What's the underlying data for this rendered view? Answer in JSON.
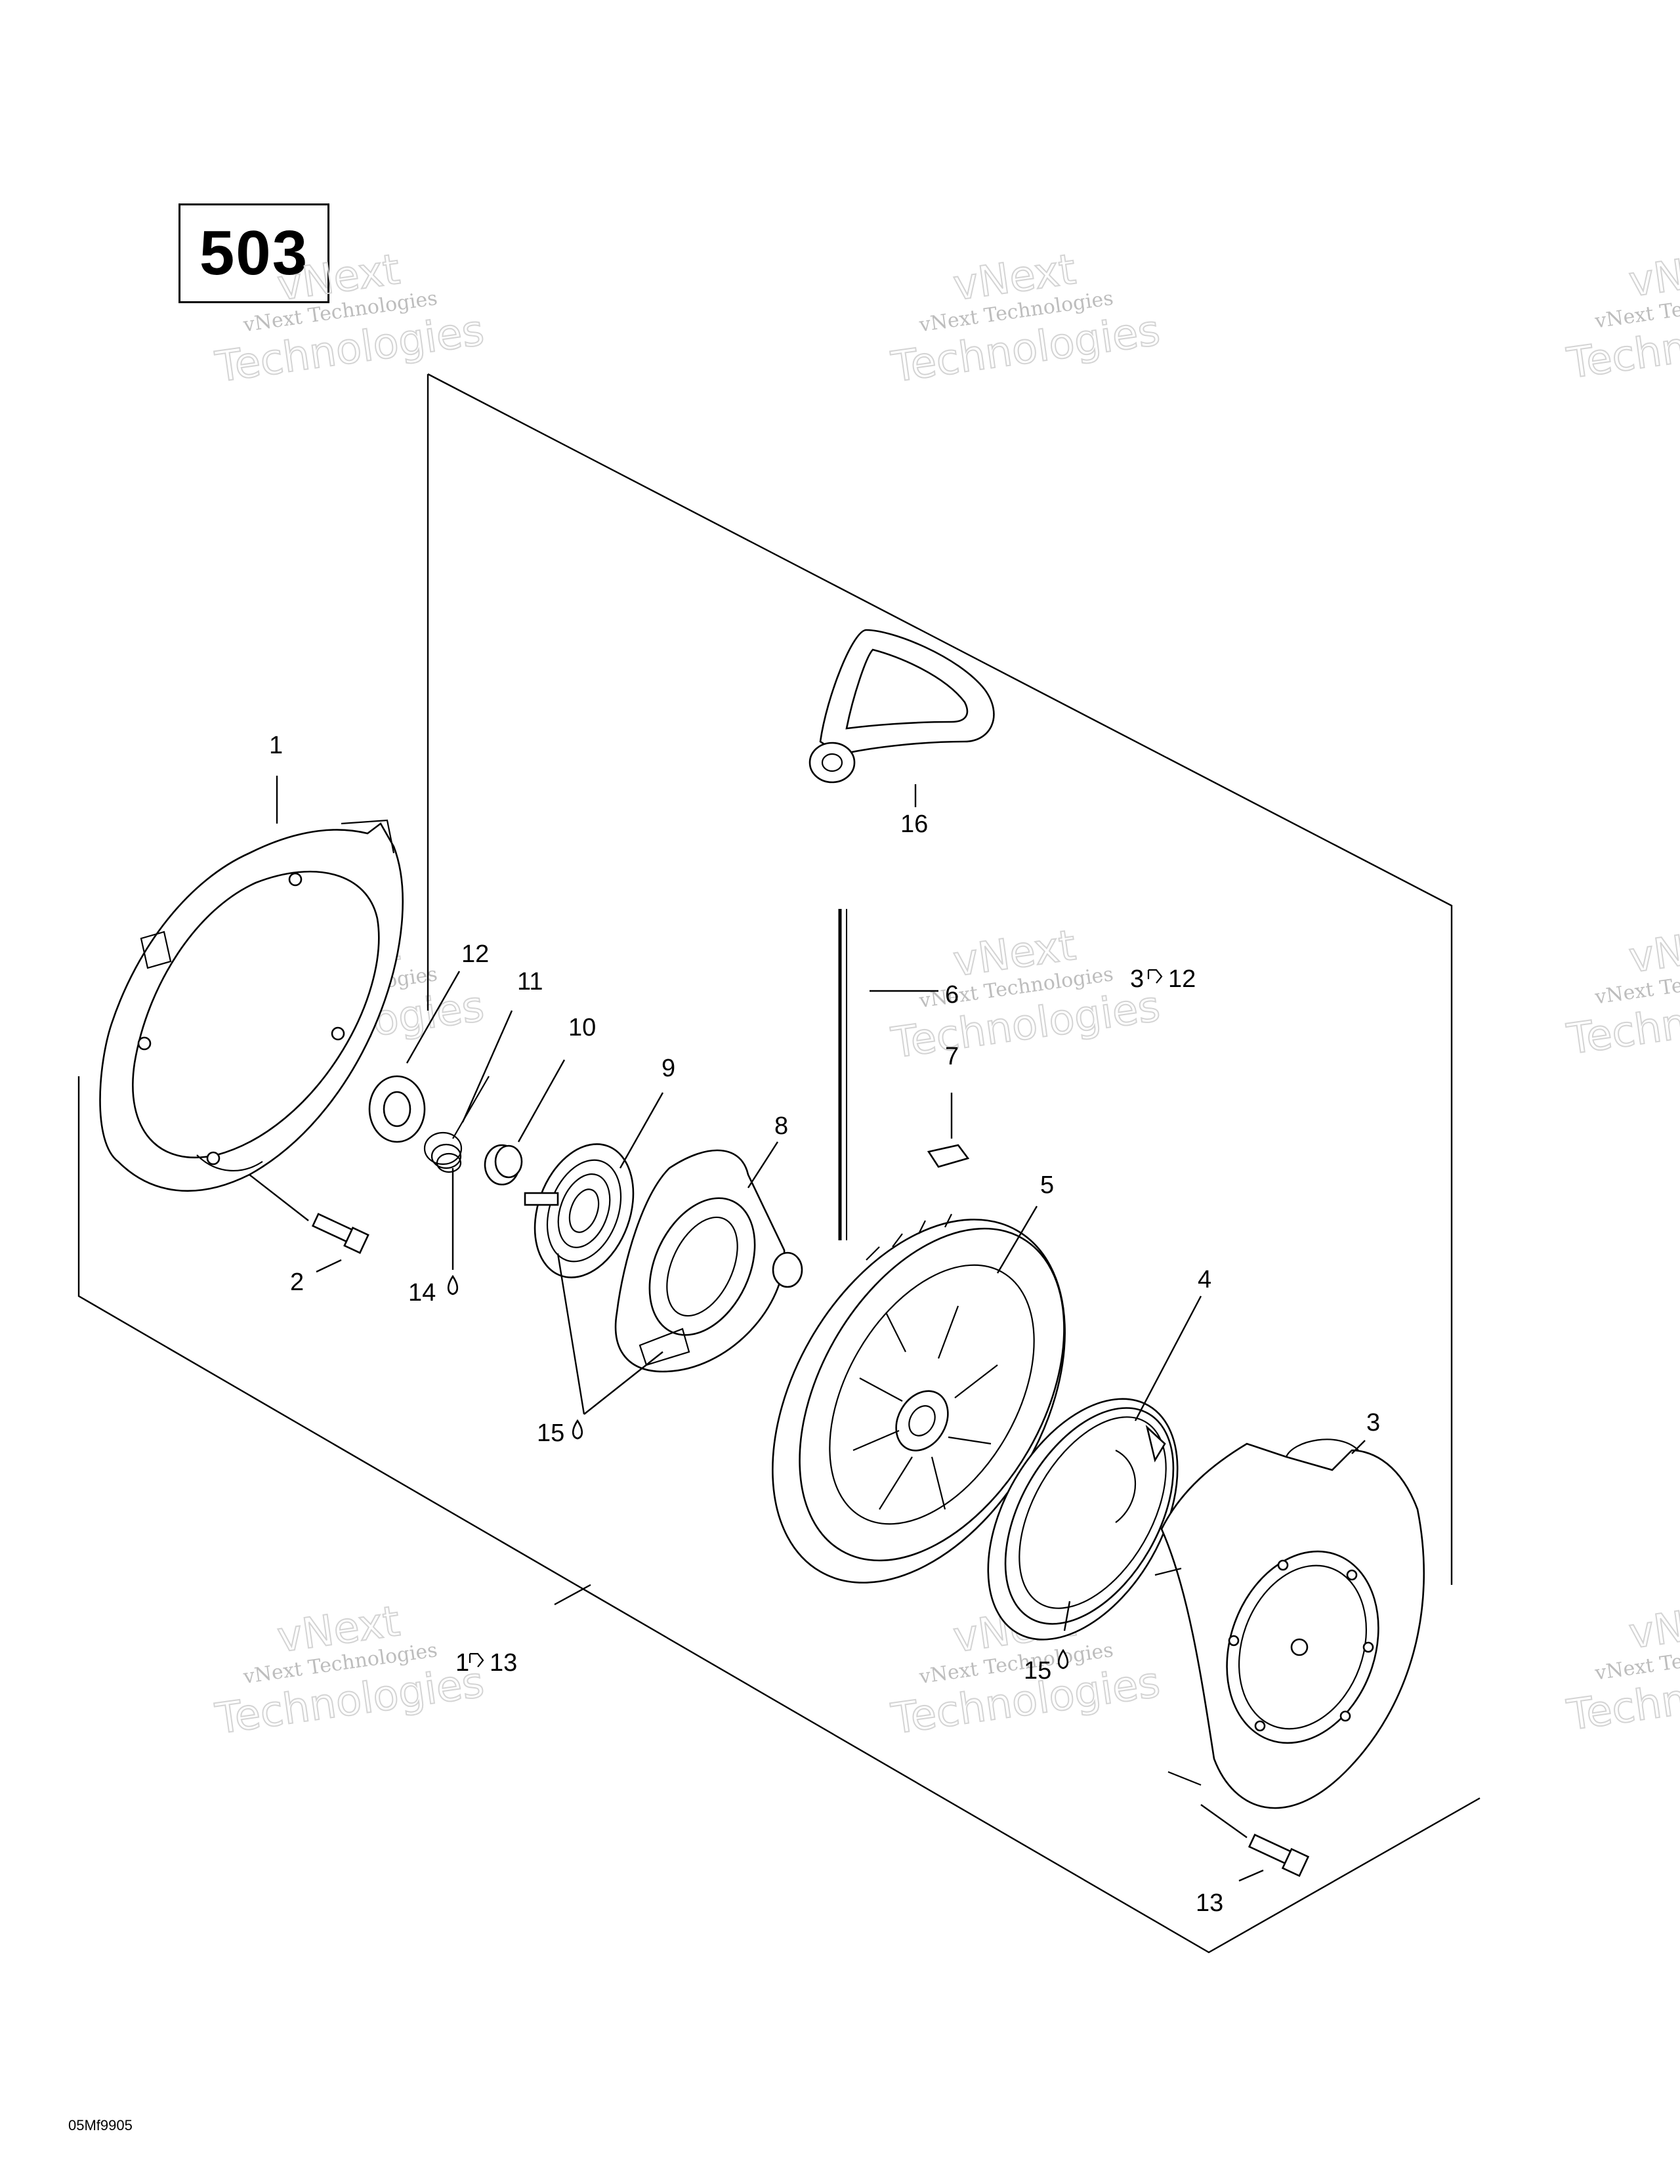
{
  "page_number": "503",
  "footer_code": "05Mf9905",
  "watermark": {
    "line1": "vNext",
    "line2": "vNext Technologies",
    "line3": "Technologies"
  },
  "callouts": {
    "c1": "1",
    "c2": "2",
    "c3": "3",
    "c4": "4",
    "c5": "5",
    "c6": "6",
    "c7": "7",
    "c8": "8",
    "c9": "9",
    "c10": "10",
    "c11": "11",
    "c12": "12",
    "c13": "13",
    "c14": "14",
    "c15a": "15",
    "c15b": "15",
    "c16": "16",
    "group_3_12": "3",
    "group_3_12_end": "12",
    "group_1_13": "1",
    "group_1_13_end": "13"
  }
}
